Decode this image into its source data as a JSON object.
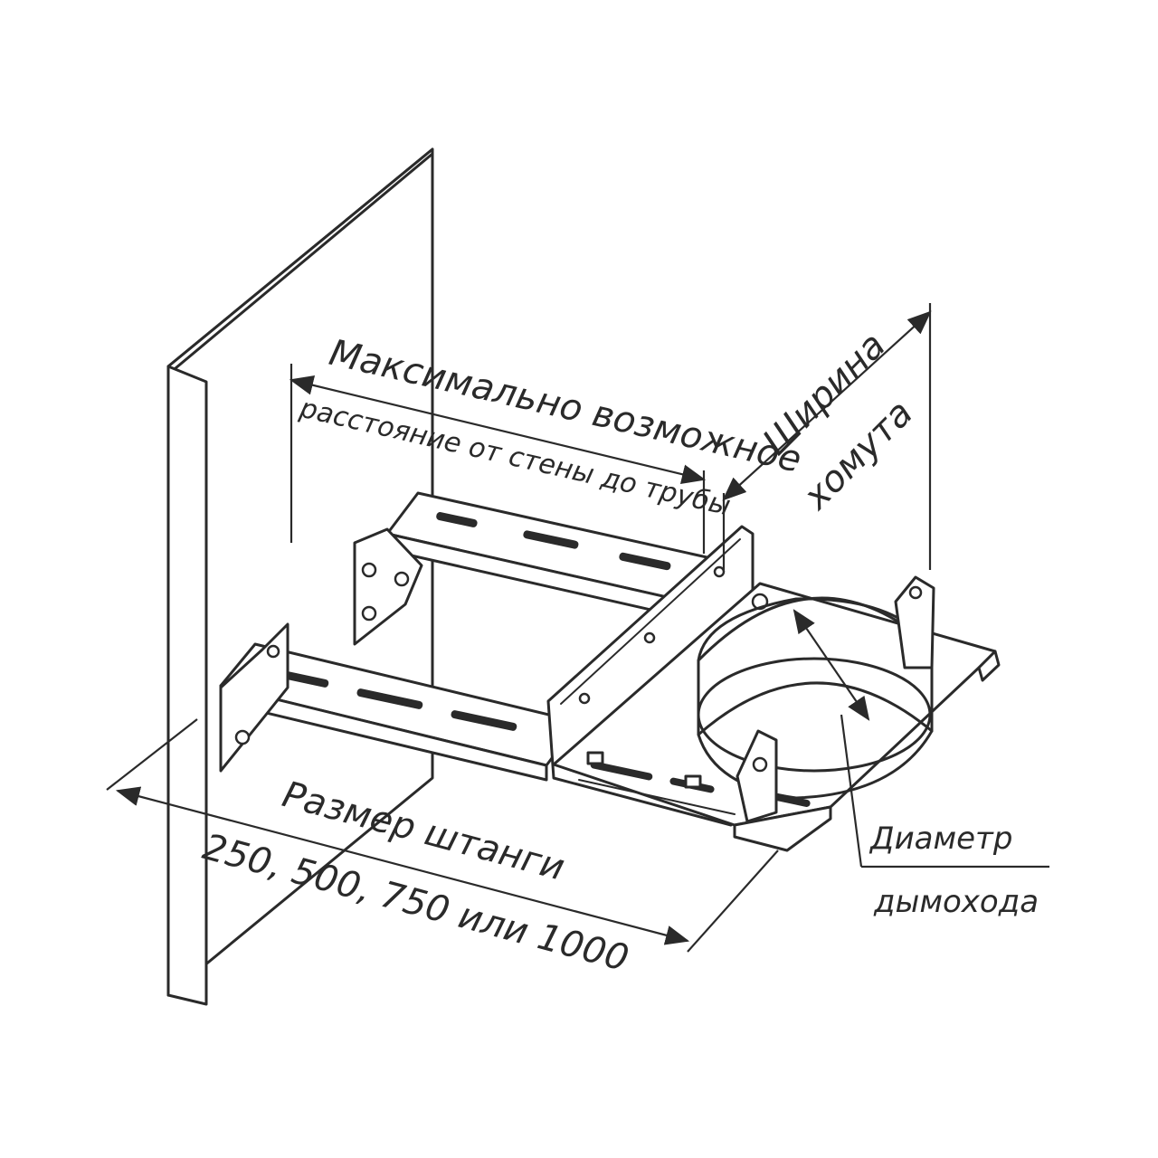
{
  "labels": {
    "max_distance_line1": "Максимально возможное",
    "max_distance_line2": "расстояние от стены до трубы",
    "clamp_width_line1": "Ширина",
    "clamp_width_line2": "хомута",
    "diameter_line1": "Диаметр",
    "diameter_line2": "дымохода",
    "rod_size_line1": "Размер штанги",
    "rod_size_line2": "250, 500, 750 или 1000"
  }
}
